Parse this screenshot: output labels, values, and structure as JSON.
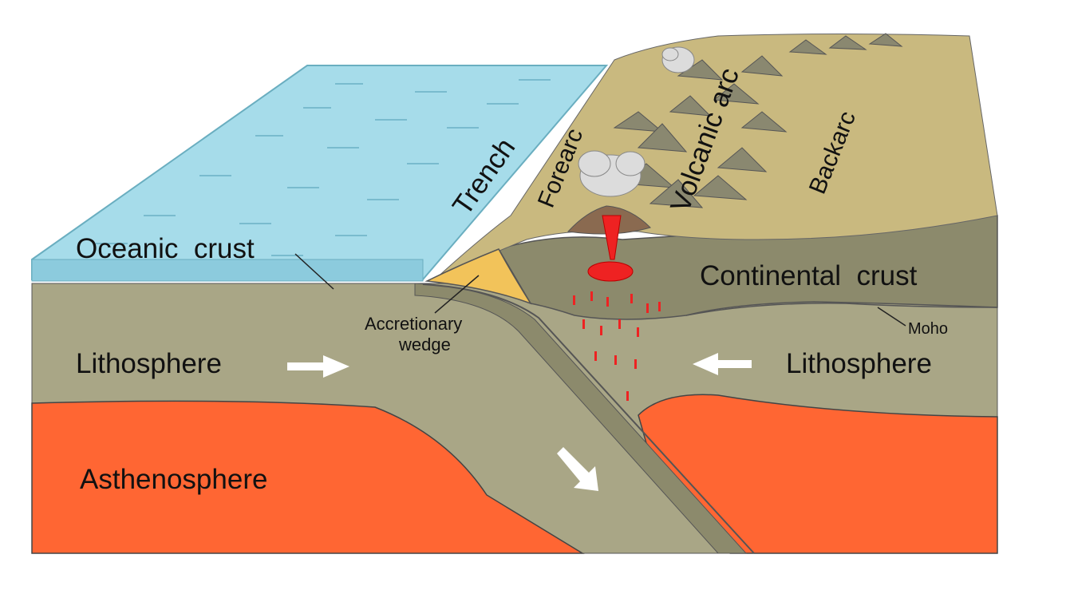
{
  "labels": {
    "oceanic_crust": "Oceanic  crust",
    "trench": "Trench",
    "forearc": "Forearc",
    "volcanic_arc": "Volcanic arc",
    "backarc": "Backarc",
    "continental_crust": "Continental  crust",
    "moho": "Moho",
    "accretionary_wedge_line1": "Accretionary",
    "accretionary_wedge_line2": "wedge",
    "lithosphere_left": "Lithosphere",
    "lithosphere_right": "Lithosphere",
    "asthenosphere": "Asthenosphere"
  },
  "colors": {
    "ocean_water": "#a6dcea",
    "ocean_edge": "#7cc3d6",
    "lithosphere": "#a9a686",
    "asthenosphere": "#ff6633",
    "continental_crust": "#8c8a6c",
    "land_surface": "#c9b97f",
    "accretionary_wedge": "#f2c35a",
    "magma": "#ee2222",
    "mountains": "#8a8870",
    "smoke": "#dcdcdc",
    "arrow": "#ffffff"
  }
}
